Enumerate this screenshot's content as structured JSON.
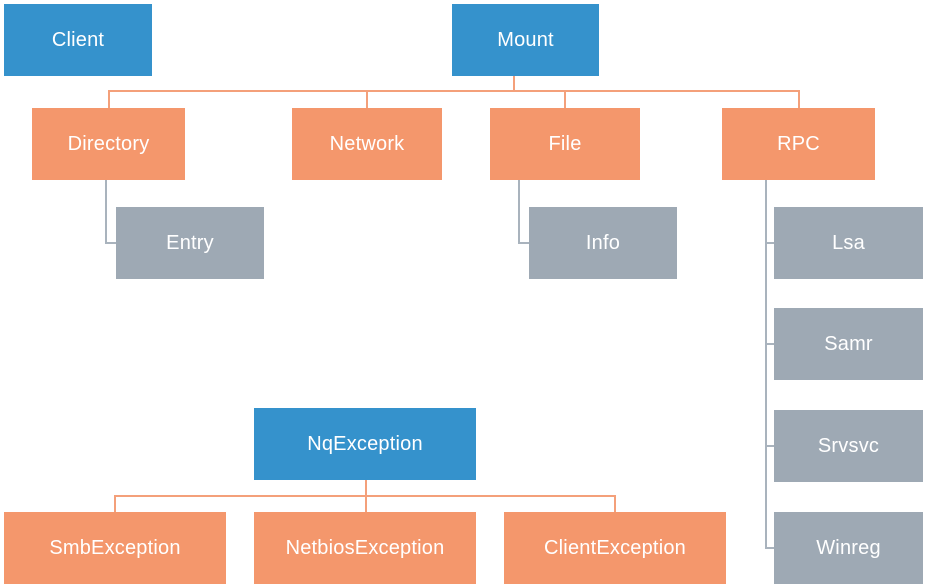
{
  "colors": {
    "root_blue": "#3592cc",
    "child_orange": "#f4976c",
    "leaf_gray": "#9ea9b4",
    "connector_orange": "#f4a07a",
    "connector_gray": "#a9b3bd"
  },
  "nodes": {
    "client": "Client",
    "mount": "Mount",
    "directory": "Directory",
    "network": "Network",
    "file": "File",
    "rpc": "RPC",
    "entry": "Entry",
    "info": "Info",
    "lsa": "Lsa",
    "samr": "Samr",
    "srvsvc": "Srvsvc",
    "winreg": "Winreg",
    "nq_exception": "NqException",
    "smb_exception": "SmbException",
    "netbios_exception": "NetbiosException",
    "client_exception": "ClientException"
  },
  "edges": [
    {
      "from": "mount",
      "to": "directory"
    },
    {
      "from": "mount",
      "to": "network"
    },
    {
      "from": "mount",
      "to": "file"
    },
    {
      "from": "mount",
      "to": "rpc"
    },
    {
      "from": "directory",
      "to": "entry"
    },
    {
      "from": "file",
      "to": "info"
    },
    {
      "from": "rpc",
      "to": "lsa"
    },
    {
      "from": "rpc",
      "to": "samr"
    },
    {
      "from": "rpc",
      "to": "srvsvc"
    },
    {
      "from": "rpc",
      "to": "winreg"
    },
    {
      "from": "nq_exception",
      "to": "smb_exception"
    },
    {
      "from": "nq_exception",
      "to": "netbios_exception"
    },
    {
      "from": "nq_exception",
      "to": "client_exception"
    }
  ]
}
